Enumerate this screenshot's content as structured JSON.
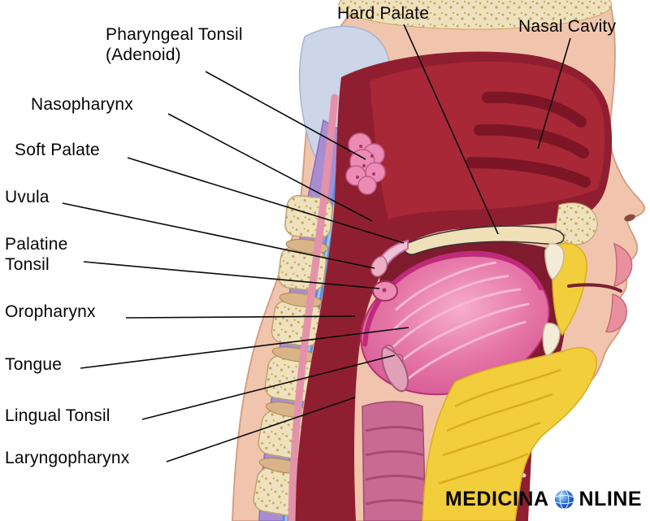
{
  "diagram": {
    "subject": "Sagittal section of head showing pharynx and tonsils",
    "labels": [
      {
        "text": "Pharyngeal Tonsil (Adenoid)"
      },
      {
        "text": "Hard Palate"
      },
      {
        "text": "Nasal Cavity"
      },
      {
        "text": "Nasopharynx"
      },
      {
        "text": "Soft Palate"
      },
      {
        "text": "Uvula"
      },
      {
        "text": "Palatine Tonsil"
      },
      {
        "text": "Oropharynx"
      },
      {
        "text": "Tongue"
      },
      {
        "text": "Lingual Tonsil"
      },
      {
        "text": "Laryngopharynx"
      }
    ],
    "watermark": {
      "brand_left": "MEDICINA",
      "brand_right": "NLINE",
      "globe_replaces_letter": "O"
    },
    "colors": {
      "background": "#ffffff",
      "label_text": "#060606",
      "skin": "#f1c5ad",
      "pharynx_red": "#8f1f30",
      "nasal_red": "#a82838",
      "tongue_pink": "#e678a8",
      "tonsil_pink": "#ec8cb4",
      "bone_cream": "#eee1bd",
      "fat_yellow": "#f2cd3c",
      "spine_purple": "#a78ed2",
      "cord_blue": "#5d8ed8"
    }
  }
}
